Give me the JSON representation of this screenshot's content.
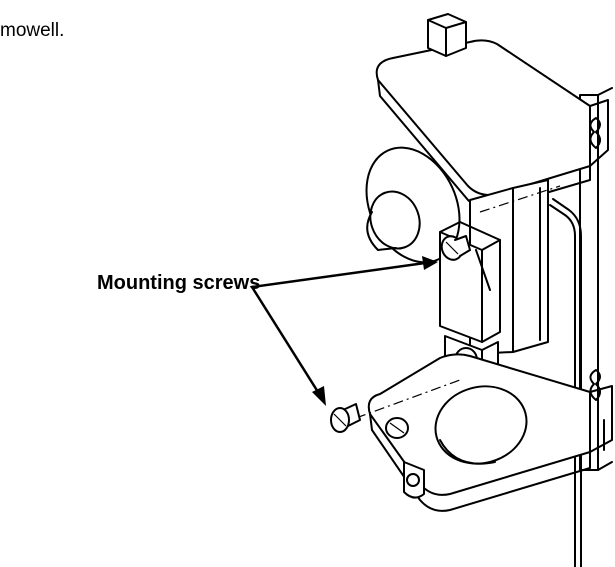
{
  "fragment_text": "mowell.",
  "callout_label": "Mounting screws",
  "icons": {
    "assembly": "thermostat-bracket-assembly",
    "screw": "mounting-screw-icon",
    "arrow": "leader-arrow"
  },
  "colors": {
    "line": "#000000",
    "background": "#ffffff"
  }
}
